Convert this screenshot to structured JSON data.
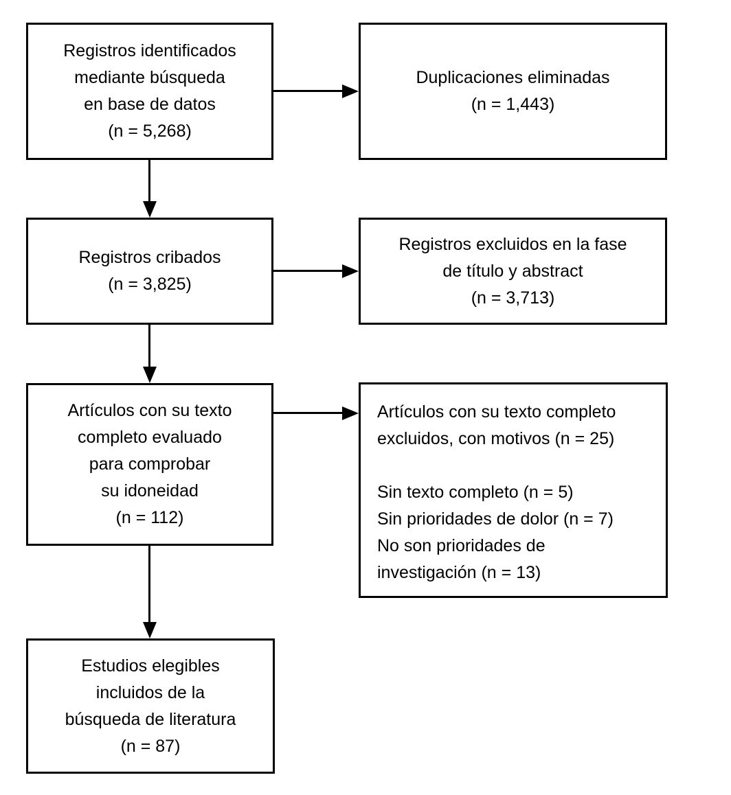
{
  "colors": {
    "background": "#ffffff",
    "box_border": "#000000",
    "text": "#000000",
    "arrow": "#000000"
  },
  "boxes": {
    "identified": {
      "text": "Registros identificados\nmediante búsqueda\nen base de datos\n(n = 5,268)"
    },
    "duplicates_removed": {
      "text": "Duplicaciones eliminadas\n(n = 1,443)"
    },
    "screened": {
      "text": "Registros cribados\n(n = 3,825)"
    },
    "excluded_title_abstract": {
      "text": "Registros excluidos en la fase\nde título y abstract\n(n = 3,713)"
    },
    "fulltext_assessed": {
      "text": "Artículos con su texto\ncompleto evaluado\npara comprobar\nsu idoneidad\n(n = 112)"
    },
    "fulltext_excluded": {
      "text": "Artículos con su texto completo\nexcluidos, con motivos (n = 25)\n\nSin texto completo (n = 5)\nSin prioridades de dolor (n = 7)\nNo son prioridades de\ninvestigación (n = 13)"
    },
    "included": {
      "text": "Estudios elegibles\nincluidos de la\nbúsqueda de literatura\n(n = 87)"
    }
  },
  "arrows": [
    {
      "from": "identified",
      "to": "duplicates_removed",
      "direction": "right"
    },
    {
      "from": "identified",
      "to": "screened",
      "direction": "down"
    },
    {
      "from": "screened",
      "to": "excluded_title_abstract",
      "direction": "right"
    },
    {
      "from": "screened",
      "to": "fulltext_assessed",
      "direction": "down"
    },
    {
      "from": "fulltext_assessed",
      "to": "fulltext_excluded",
      "direction": "right"
    },
    {
      "from": "fulltext_assessed",
      "to": "included",
      "direction": "down"
    }
  ]
}
